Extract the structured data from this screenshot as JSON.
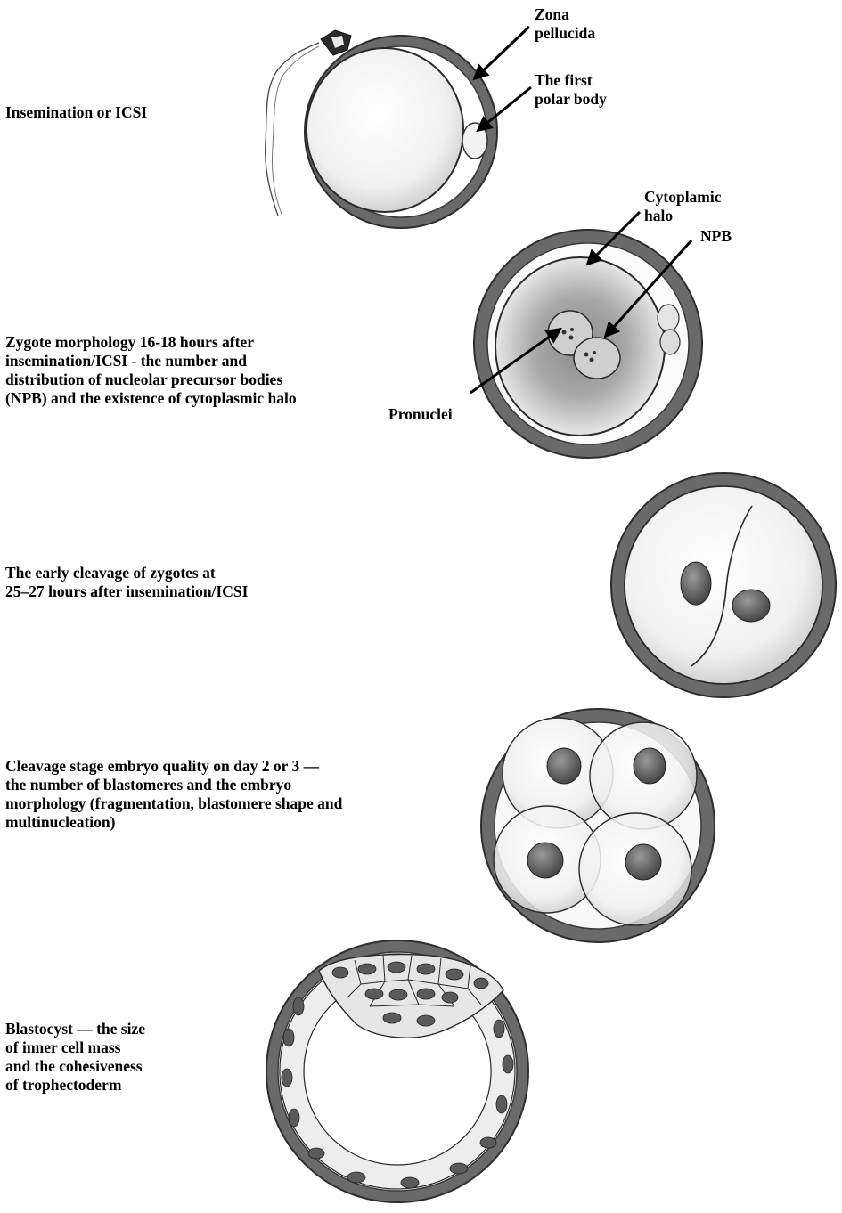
{
  "stages": [
    {
      "id": "insemination",
      "lines": [
        "Insemination or ICSI"
      ]
    },
    {
      "id": "zygote",
      "lines": [
        "Zygote morphology 16-18 hours after",
        "insemination/ICSI - the number and",
        "distribution of nucleolar precursor bodies",
        "(NPB) and the existence of cytoplasmic halo"
      ]
    },
    {
      "id": "early-cleavage",
      "lines": [
        "The early cleavage of zygotes at",
        "25–27 hours after insemination/ICSI"
      ]
    },
    {
      "id": "cleavage-stage",
      "lines": [
        "Cleavage stage embryo quality on day 2 or 3 —",
        "the number of blastomeres and the embryo",
        "morphology (fragmentation, blastomere shape and",
        "multinucleation)"
      ]
    },
    {
      "id": "blastocyst",
      "lines": [
        "Blastocyst — the size",
        "of inner cell mass",
        "and the cohesiveness",
        "of trophectoderm"
      ]
    }
  ],
  "labels": {
    "zona": [
      "Zona",
      "pellucida"
    ],
    "polar_body": [
      "The first",
      "polar body"
    ],
    "halo": [
      "Cytoplamic",
      "halo"
    ],
    "npb": "NPB",
    "pronuclei": "Pronuclei"
  },
  "colors": {
    "zona": "#5e5e5e",
    "zona_dark": "#3a3a3a",
    "cell": "#f4f4f4",
    "nucleus": "#7a7a7a",
    "halo": "#b8b8b8"
  }
}
